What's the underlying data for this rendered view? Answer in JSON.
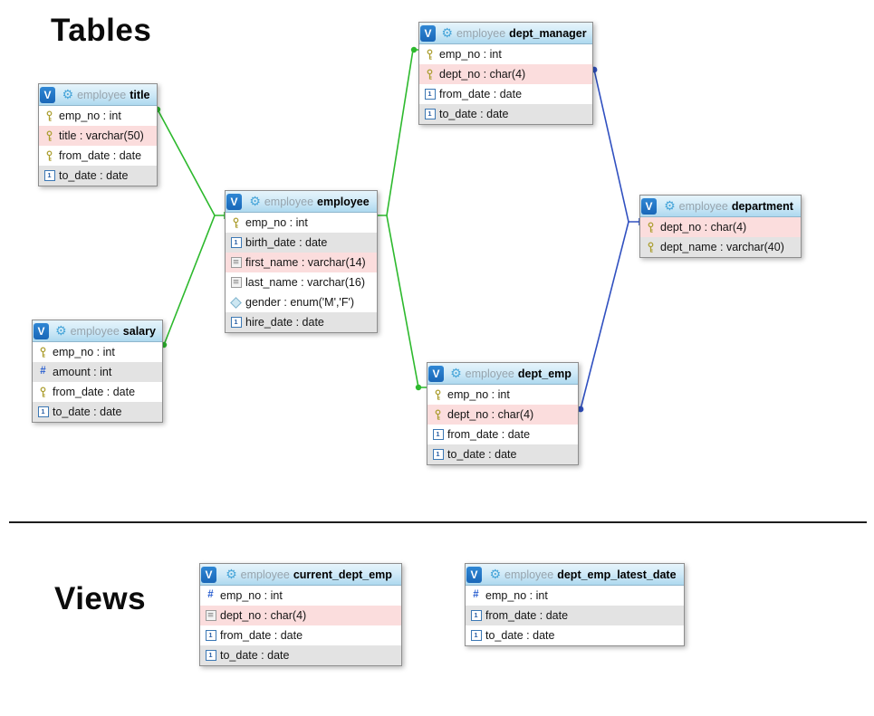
{
  "headings": {
    "tables": "Tables",
    "views": "Views"
  },
  "badge_letter": "V",
  "icons": {
    "gear": "⚙",
    "date_glyph": "1",
    "text_glyph": "≡",
    "num_glyph": "#"
  },
  "colors": {
    "relation-green": "#2db92d",
    "relation-blue": "#3050c0",
    "header-blue-light": "#e6f4fb",
    "header-blue-dark": "#aed9ef",
    "row-pink": "#fbdddd",
    "row-gray": "#e3e3e3",
    "badge-blue": "#1a67b8"
  },
  "tables": {
    "title": {
      "schema": "employee",
      "name": "title",
      "columns": [
        {
          "icon": "key-icon",
          "text": "emp_no : int"
        },
        {
          "icon": "key-icon",
          "text": "title : varchar(50)"
        },
        {
          "icon": "key-icon",
          "text": "from_date : date"
        },
        {
          "icon": "date-icon",
          "text": "to_date : date"
        }
      ]
    },
    "employee": {
      "schema": "employee",
      "name": "employee",
      "columns": [
        {
          "icon": "key-icon",
          "text": "emp_no : int"
        },
        {
          "icon": "date-icon",
          "text": "birth_date : date"
        },
        {
          "icon": "text-icon",
          "text": "first_name : varchar(14)"
        },
        {
          "icon": "text-icon",
          "text": "last_name : varchar(16)"
        },
        {
          "icon": "enum-icon",
          "text": "gender : enum('M','F')"
        },
        {
          "icon": "date-icon",
          "text": "hire_date : date"
        }
      ]
    },
    "salary": {
      "schema": "employee",
      "name": "salary",
      "columns": [
        {
          "icon": "key-icon",
          "text": "emp_no : int"
        },
        {
          "icon": "number-icon",
          "text": "amount : int"
        },
        {
          "icon": "key-icon",
          "text": "from_date : date"
        },
        {
          "icon": "date-icon",
          "text": "to_date : date"
        }
      ]
    },
    "dept_manager": {
      "schema": "employee",
      "name": "dept_manager",
      "columns": [
        {
          "icon": "key-icon",
          "text": "emp_no : int"
        },
        {
          "icon": "key-icon",
          "text": "dept_no : char(4)"
        },
        {
          "icon": "date-icon",
          "text": "from_date : date"
        },
        {
          "icon": "date-icon",
          "text": "to_date : date"
        }
      ]
    },
    "dept_emp": {
      "schema": "employee",
      "name": "dept_emp",
      "columns": [
        {
          "icon": "key-icon",
          "text": "emp_no : int"
        },
        {
          "icon": "key-icon",
          "text": "dept_no : char(4)"
        },
        {
          "icon": "date-icon",
          "text": "from_date : date"
        },
        {
          "icon": "date-icon",
          "text": "to_date : date"
        }
      ]
    },
    "department": {
      "schema": "employee",
      "name": "department",
      "columns": [
        {
          "icon": "key-icon",
          "text": "dept_no : char(4)"
        },
        {
          "icon": "key-icon",
          "text": "dept_name : varchar(40)"
        }
      ]
    },
    "current_dept_emp": {
      "schema": "employee",
      "name": "current_dept_emp",
      "columns": [
        {
          "icon": "number-icon",
          "text": "emp_no : int"
        },
        {
          "icon": "text-icon",
          "text": "dept_no : char(4)"
        },
        {
          "icon": "date-icon",
          "text": "from_date : date"
        },
        {
          "icon": "date-icon",
          "text": "to_date : date"
        }
      ]
    },
    "dept_emp_latest_date": {
      "schema": "employee",
      "name": "dept_emp_latest_date",
      "columns": [
        {
          "icon": "number-icon",
          "text": "emp_no : int"
        },
        {
          "icon": "date-icon",
          "text": "from_date : date"
        },
        {
          "icon": "date-icon",
          "text": "to_date : date"
        }
      ]
    }
  }
}
